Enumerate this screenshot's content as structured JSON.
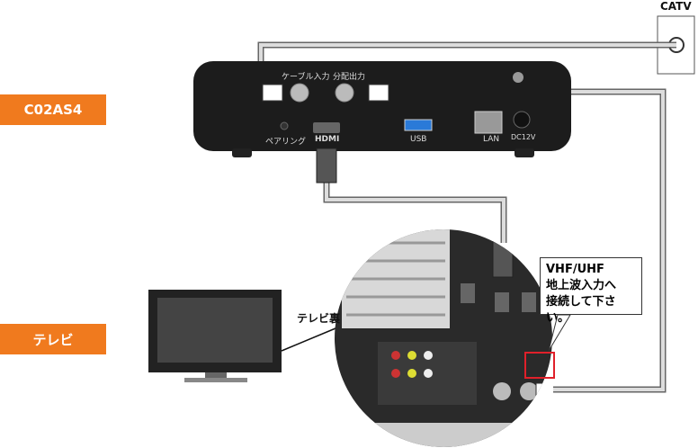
{
  "labels": {
    "device": "C02AS4",
    "tv": "テレビ",
    "catv": "CATV",
    "tv_back": "テレビ裏"
  },
  "device_ports": {
    "cable_in": "ケーブル入力",
    "split_out": "分配出力",
    "pairing": "ペアリング",
    "hdmi": "HDMI",
    "usb": "USB",
    "lan": "LAN",
    "dc": "DC12V"
  },
  "callout": {
    "line1": "VHF/UHF",
    "line2": "地上波入力へ",
    "line3": "接続して下さい。"
  },
  "colors": {
    "accent": "#f07a1e",
    "highlight": "#e0202a"
  }
}
